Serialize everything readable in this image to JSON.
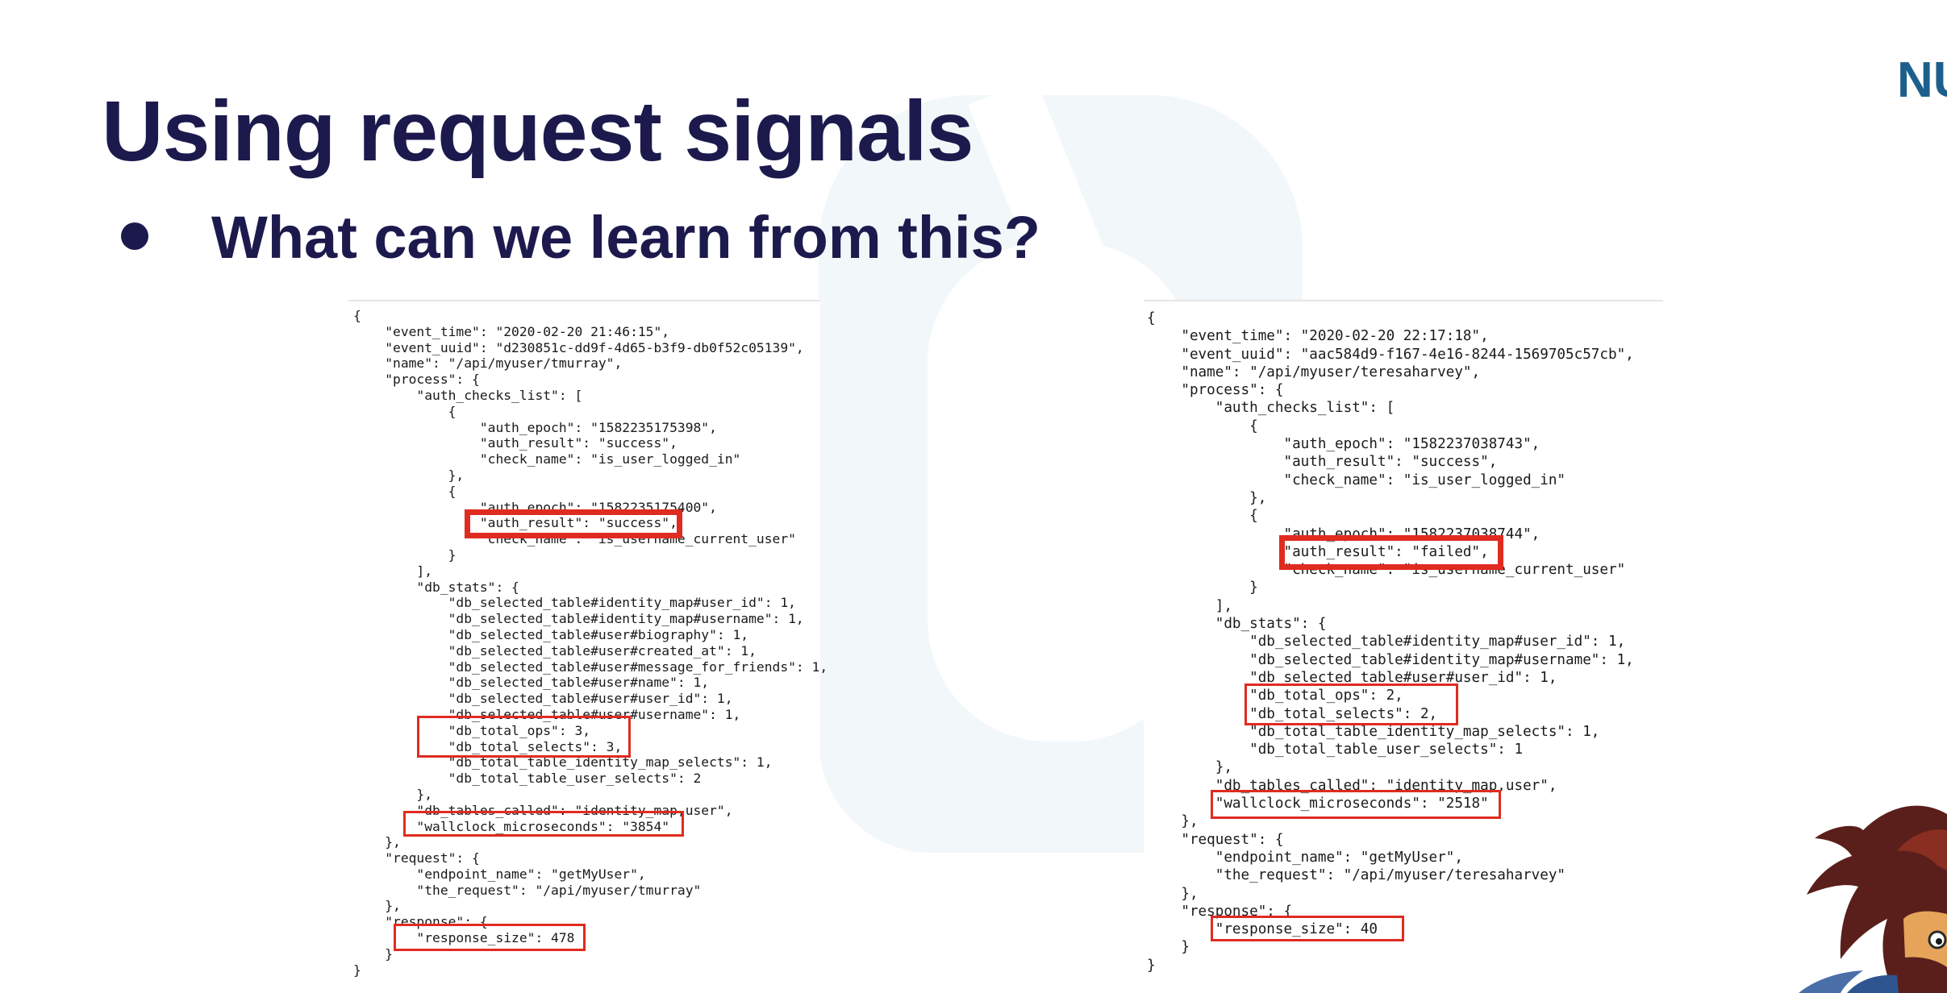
{
  "slide": {
    "title": "Using request signals",
    "bullet": "What can we learn from this?",
    "logo_text": "NU"
  },
  "left_json": "{\n    \"event_time\": \"2020-02-20 21:46:15\",\n    \"event_uuid\": \"d230851c-dd9f-4d65-b3f9-db0f52c05139\",\n    \"name\": \"/api/myuser/tmurray\",\n    \"process\": {\n        \"auth_checks_list\": [\n            {\n                \"auth_epoch\": \"1582235175398\",\n                \"auth_result\": \"success\",\n                \"check_name\": \"is_user_logged_in\"\n            },\n            {\n                \"auth_epoch\": \"1582235175400\",\n                \"auth_result\": \"success\",\n                \"check_name\": \"is_username_current_user\"\n            }\n        ],\n        \"db_stats\": {\n            \"db_selected_table#identity_map#user_id\": 1,\n            \"db_selected_table#identity_map#username\": 1,\n            \"db_selected_table#user#biography\": 1,\n            \"db_selected_table#user#created_at\": 1,\n            \"db_selected_table#user#message_for_friends\": 1,\n            \"db_selected_table#user#name\": 1,\n            \"db_selected_table#user#user_id\": 1,\n            \"db_selected_table#user#username\": 1,\n            \"db_total_ops\": 3,\n            \"db_total_selects\": 3,\n            \"db_total_table_identity_map_selects\": 1,\n            \"db_total_table_user_selects\": 2\n        },\n        \"db_tables_called\": \"identity_map,user\",\n        \"wallclock_microseconds\": \"3854\"\n    },\n    \"request\": {\n        \"endpoint_name\": \"getMyUser\",\n        \"the_request\": \"/api/myuser/tmurray\"\n    },\n    \"response\": {\n        \"response_size\": 478\n    }\n}",
  "right_json": "{\n    \"event_time\": \"2020-02-20 22:17:18\",\n    \"event_uuid\": \"aac584d9-f167-4e16-8244-1569705c57cb\",\n    \"name\": \"/api/myuser/teresaharvey\",\n    \"process\": {\n        \"auth_checks_list\": [\n            {\n                \"auth_epoch\": \"1582237038743\",\n                \"auth_result\": \"success\",\n                \"check_name\": \"is_user_logged_in\"\n            },\n            {\n                \"auth_epoch\": \"1582237038744\",\n                \"auth_result\": \"failed\",\n                \"check_name\": \"is_username_current_user\"\n            }\n        ],\n        \"db_stats\": {\n            \"db_selected_table#identity_map#user_id\": 1,\n            \"db_selected_table#identity_map#username\": 1,\n            \"db_selected_table#user#user_id\": 1,\n            \"db_total_ops\": 2,\n            \"db_total_selects\": 2,\n            \"db_total_table_identity_map_selects\": 1,\n            \"db_total_table_user_selects\": 1\n        },\n        \"db_tables_called\": \"identity_map,user\",\n        \"wallclock_microseconds\": \"2518\"\n    },\n    \"request\": {\n        \"endpoint_name\": \"getMyUser\",\n        \"the_request\": \"/api/myuser/teresaharvey\"\n    },\n    \"response\": {\n        \"response_size\": 40\n    }\n}",
  "colors": {
    "heading": "#1c1a4d",
    "highlight": "#e02b20",
    "logo": "#1d5f8c",
    "watermark": "#f2f7fa"
  },
  "icons": {
    "mascot": "roadrunner-mascot-icon",
    "bullet": "bullet-dot-icon"
  }
}
